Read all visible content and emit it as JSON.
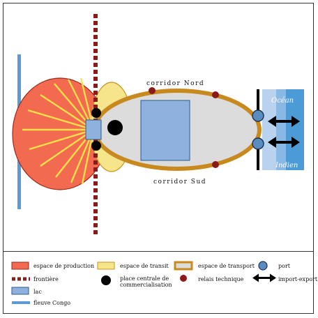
{
  "map": {
    "corridor_nord": "corridor Nord",
    "corridor_sud": "corridor Sud",
    "ocean_top": "Océan",
    "ocean_bottom": "Indien"
  },
  "legend": {
    "production": "espace de production",
    "transit": "espace de transit",
    "transport": "espace de transport",
    "port": "port",
    "frontiere": "frontière",
    "place_centrale": "place centrale de commercialisation",
    "relais": "relais technique",
    "import_export": "import-export",
    "lac": "lac",
    "fleuve": "fleuve Congo"
  },
  "colors": {
    "production": "#f26a50",
    "transit": "#f7e58c",
    "transport_fill": "#dcdcdc",
    "transport_ring": "#c88a1e",
    "frontiere": "#8b1a1a",
    "lac": "#8fb1dd",
    "fleuve": "#5b9bd5",
    "port": "#5a8dbf",
    "relais": "#8b1a1a",
    "ocean": "#4c9ad6",
    "rays": "#ffe04a"
  }
}
